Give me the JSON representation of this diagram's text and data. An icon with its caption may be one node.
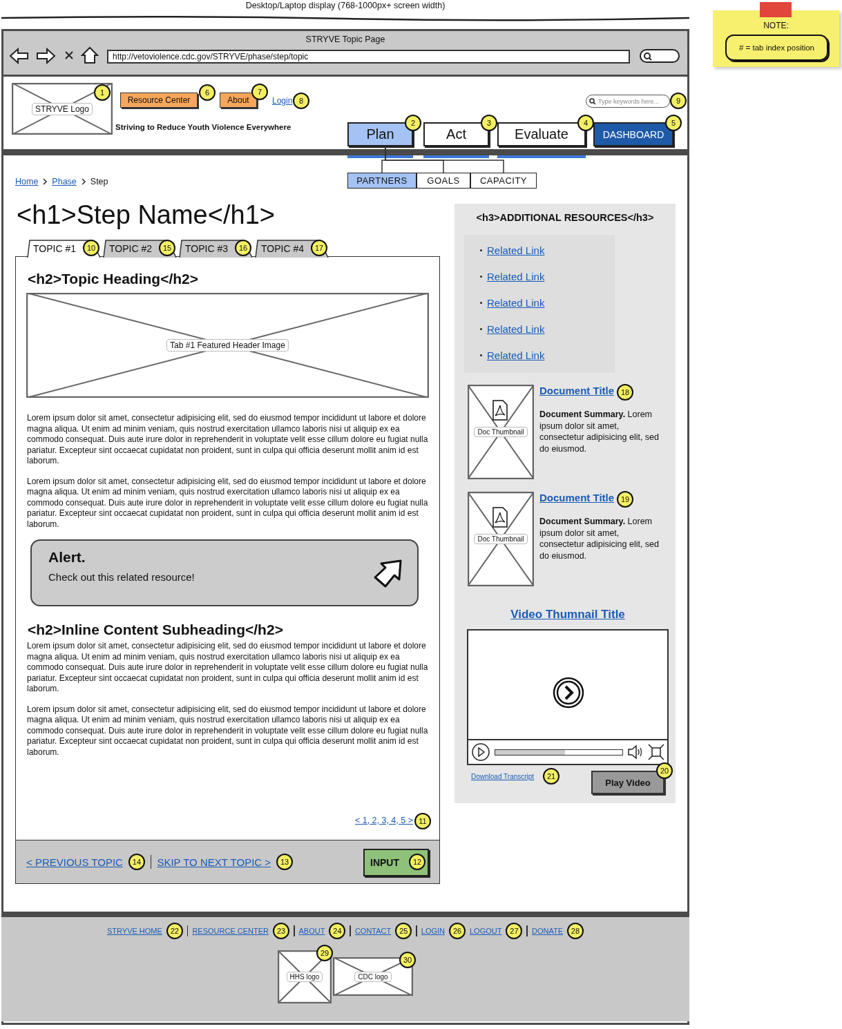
{
  "diagram": {
    "title": "Desktop/Laptop display (768-1000px+ screen width)",
    "nodes": [
      {
        "text": [
          "STRYVE Topic Page"
        ]
      },
      {
        "text": [
          "http://vetoviolence.cdc.gov/STRYVE/phase/step/topic"
        ],
        "in": 0
      },
      {
        "text": [
          "STRYVE Logo"
        ],
        "in": 0
      },
      {
        "text": [
          "Resource Center"
        ],
        "in": 0
      },
      {
        "text": [
          "About"
        ],
        "in": 0
      },
      {
        "text": [
          "Type keywords here..."
        ],
        "in": 0
      },
      {
        "text": [
          "Plan"
        ],
        "in": 0
      },
      {
        "text": [
          "Act"
        ],
        "in": 0
      },
      {
        "text": [
          "Evaluate"
        ],
        "in": 0
      },
      {
        "text": [
          "DASHBOARD"
        ],
        "in": 0
      },
      {
        "text": [
          "PARTNERS"
        ],
        "in": 0
      },
      {
        "text": [
          "GOALS"
        ],
        "in": 0
      },
      {
        "text": [
          "CAPACITY"
        ],
        "in": 0
      },
      {
        "text": [
          "TOPIC #1"
        ],
        "in": 0
      },
      {
        "text": [
          "TOPIC #2"
        ],
        "in": 0
      },
      {
        "text": [
          "TOPIC #3"
        ],
        "in": 0
      },
      {
        "text": [
          "TOPIC #4"
        ],
        "in": 0
      },
      {
        "text": [
          "<h2>Topic Heading</h2>",
          "Lorem ipsum dolor sit amet, consectetur adipisicing elit, sed do eiusmod tempor incididunt ut labore et dolore magna aliqua. Ut enim ad minim veniam, quis nostrud exercitation ullamco laboris nisi ut aliquip ex ea commodo consequat. Duis aute irure dolor in reprehenderit in voluptate velit esse cillum dolore eu fugiat nulla pariatur. Excepteur sint occaecat cupidatat non proident, sunt in culpa qui officia deserunt mollit anim id est laborum.",
          "Lorem ipsum dolor sit amet, consectetur adipisicing elit, sed do eiusmod tempor incididunt ut labore et dolore magna aliqua. Ut enim ad minim veniam, quis nostrud exercitation ullamco laboris nisi ut aliquip ex ea commodo consequat. Duis aute irure dolor in reprehenderit in voluptate velit esse cillum dolore eu fugiat nulla pariatur. Excepteur sint occaecat cupidatat non proident, sunt in culpa qui officia deserunt mollit anim id est laborum.",
          "<h2>Inline Content Subheading</h2>",
          "Lorem ipsum dolor sit amet, consectetur adipisicing elit, sed do eiusmod tempor incididunt ut labore et dolore magna aliqua. Ut enim ad minim veniam, quis nostrud exercitation ullamco laboris nisi ut aliquip ex ea commodo consequat. Duis aute irure dolor in reprehenderit in voluptate velit esse cillum dolore eu fugiat nulla pariatur. Excepteur sint occaecat cupidatat non proident, sunt in culpa qui officia deserunt mollit anim id est laborum.",
          "Lorem ipsum dolor sit amet, consectetur adipisicing elit, sed do eiusmod tempor incididunt ut labore et dolore magna aliqua. Ut enim ad minim veniam, quis nostrud exercitation ullamco laboris nisi ut aliquip ex ea commodo consequat. Duis aute irure dolor in reprehenderit in voluptate velit esse cillum dolore eu fugiat nulla pariatur. Excepteur sint occaecat cupidatat non proident, sunt in culpa qui officia deserunt mollit anim id est laborum."
        ],
        "in": 0
      },
      {
        "text": [
          "Tab #1 Featured Header Image"
        ],
        "in": 17
      },
      {
        "text": [
          "Alert.",
          "Check out this related resource!"
        ],
        "in": 17
      },
      {
        "text": [],
        "shape": "bar",
        "in": 0
      },
      {
        "text": [
          "INPUT"
        ],
        "in": 20
      },
      {
        "text": [
          "<h3>ADDITIONAL RESOURCES</h3>"
        ],
        "in": 0
      },
      {
        "text": [
          "Related Link",
          "Related Link",
          "Related Link",
          "Related Link",
          "Related Link"
        ],
        "in": 22
      },
      {
        "text": [
          "Doc Thumbnail"
        ],
        "in": 22,
        "beside": [
          "Document Title",
          "**Document Summary.** Lorem ipsum dolor sit amet, consectetur adipisicing elit, sed do eiusmod."
        ]
      },
      {
        "text": [
          "Doc Thumbnail"
        ],
        "in": 22,
        "beside": [
          "Document Title",
          "**Document Summary.** Lorem ipsum dolor sit amet, consectetur adipisicing elit, sed do eiusmod."
        ]
      },
      {
        "text": [],
        "shape": "picture",
        "in": 22,
        "beside": [
          "Video Thumnail Title"
        ]
      },
      {
        "text": [
          "Play Video"
        ],
        "in": 22
      },
      {
        "text": [],
        "shape": "bar",
        "in": 0
      },
      {
        "text": [
          "HHS logo"
        ],
        "in": 28
      },
      {
        "text": [
          "CDC logo"
        ],
        "in": 28
      },
      {
        "text": [
          "NOTE:",
          "# = tab index position"
        ]
      }
    ],
    "edges": [
      {
        "from": 6,
        "to": 10,
        "arrow": "none"
      },
      {
        "from": 6,
        "to": 11,
        "arrow": "none"
      },
      {
        "from": 6,
        "to": 12,
        "arrow": "none"
      }
    ],
    "labels": [
      "1",
      "6",
      "7",
      "Login",
      "8",
      "9",
      "Striving to Reduce Youth Violence Everywhere",
      "2",
      "3",
      "4",
      "5",
      "Home",
      "Phase",
      "Step",
      "<h1>Step Name</h1>",
      "10",
      "15",
      "16",
      "17",
      "18",
      "19",
      "Download Transcript",
      "21",
      "20",
      "< 1, 2, 3, 4, 5 >",
      "11",
      "< PREVIOUS TOPIC",
      "14",
      "SKIP TO NEXT TOPIC >",
      "13",
      "12",
      "STRYVE HOME",
      "22",
      "RESOURCE CENTER",
      "23",
      "ABOUT",
      "24",
      "CONTACT",
      "25",
      "LOGIN",
      "26",
      "LOGOUT",
      "27",
      "DONATE",
      "28",
      "29",
      "30"
    ]
  }
}
